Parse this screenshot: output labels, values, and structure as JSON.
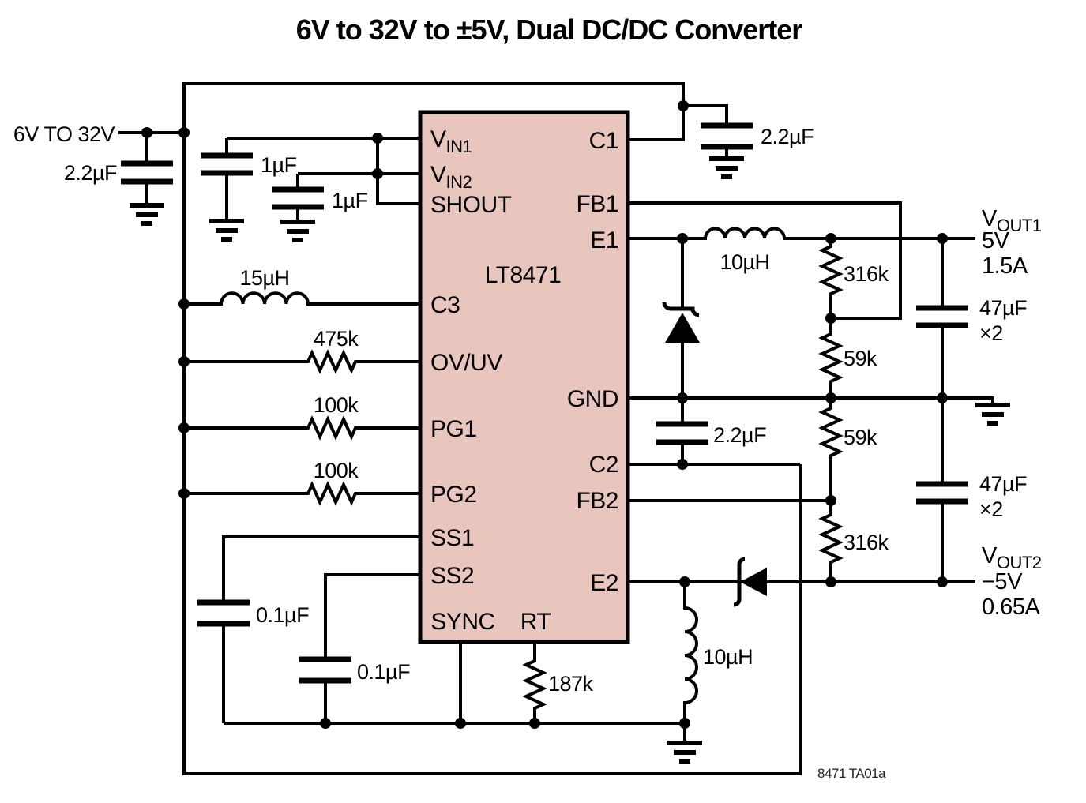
{
  "title": "6V to 32V to ±5V, Dual DC/DC Converter",
  "note": "8471 TA01a",
  "ic": {
    "name": "LT8471",
    "fill": "#e8c5bd",
    "pins": {
      "vin1": {
        "base": "V",
        "sub": "IN1"
      },
      "vin2": {
        "base": "V",
        "sub": "IN2"
      },
      "shout": "SHOUT",
      "c3": "C3",
      "ovuv": "OV/UV",
      "pg1": "PG1",
      "pg2": "PG2",
      "ss1": "SS1",
      "ss2": "SS2",
      "sync": "SYNC",
      "rt": "RT",
      "c1": "C1",
      "fb1": "FB1",
      "e1": "E1",
      "gnd": "GND",
      "c2": "C2",
      "fb2": "FB2",
      "e2": "E2"
    }
  },
  "input": {
    "label": "6V TO 32V",
    "cap": "2.2µF"
  },
  "components": {
    "vin1_cap": "1µF",
    "vin2_cap": "1µF",
    "c1_cap": "2.2µF",
    "c3_inductor": "15µH",
    "ovuv_res": "475k",
    "pg1_res": "100k",
    "pg2_res": "100k",
    "ss1_cap": "0.1µF",
    "ss2_cap": "0.1µF",
    "rt_res": "187k",
    "ch1_inductor": "10µH",
    "ch2_inductor": "10µH",
    "fb1_res_top": "316k",
    "fb1_res_bot": "59k",
    "fb2_res_top": "59k",
    "fb2_res_bot": "316k",
    "c2_cap": "2.2µF",
    "out1_cap": "47µF",
    "out1_cap_qty": "×2",
    "out2_cap": "47µF",
    "out2_cap_qty": "×2"
  },
  "outputs": {
    "vout1": {
      "base": "V",
      "sub": "OUT1",
      "volts": "5V",
      "amps": "1.5A"
    },
    "vout2": {
      "base": "V",
      "sub": "OUT2",
      "volts": "−5V",
      "amps": "0.65A"
    }
  }
}
